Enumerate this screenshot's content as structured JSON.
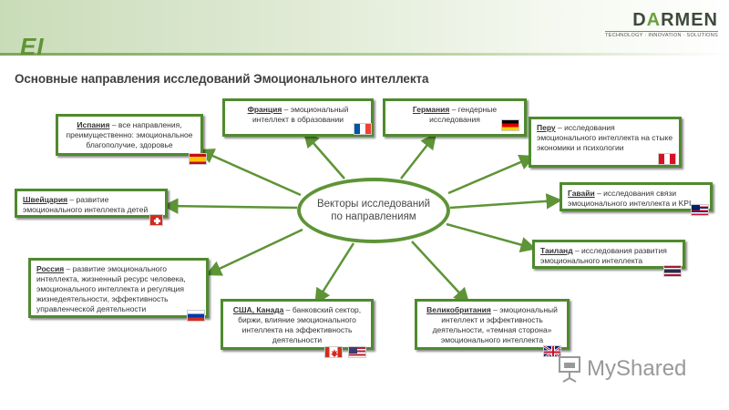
{
  "header": {
    "logo_text": "EI",
    "brand": {
      "prefix": "D",
      "accent": "A",
      "suffix": "RMEN",
      "tagline": "TECHNOLOGY · INNOVATION · SOLUTIONS"
    },
    "title": "Основные направления исследований Эмоционального интеллекта"
  },
  "hub": {
    "text": "Векторы исследований по направлениям"
  },
  "cards": {
    "spain": {
      "country": "Испания",
      "text": " – все направления, преимущественно: эмоциональное благополучие, здоровье",
      "flag": "spain"
    },
    "france": {
      "country": "Франция",
      "text": " – эмоциональный интеллект в образовании",
      "flag": "france"
    },
    "germany": {
      "country": "Германия",
      "text": " – гендерные исследования",
      "flag": "germany"
    },
    "peru": {
      "country": "Перу",
      "text": " – исследования эмоционального интеллекта на стыке экономики и психологии",
      "flag": "peru"
    },
    "switzerland": {
      "country": "Швейцария",
      "text": " – развитие эмоционального интеллекта детей",
      "flag": "switzerland"
    },
    "hawaii": {
      "country": "Гавайи",
      "text": " – исследования связи эмоционального интеллекта и KPI",
      "flag": "hawaii"
    },
    "thailand": {
      "country": "Таиланд",
      "text": " – исследования развития эмоционального интеллекта",
      "flag": "thailand"
    },
    "russia": {
      "country": "Россия",
      "text": " – развитие эмоционального интеллекта, жизненный ресурс человека, эмоционального интеллекта и регуляция жизнедеятельности, эффективность управленческой деятельности",
      "flag": "russia"
    },
    "usa_canada": {
      "country": "США, Канада",
      "text": " – банковский сектор, биржи, влияние эмоционального интеллекта на эффективность деятельности",
      "flags": [
        "canada",
        "usa"
      ]
    },
    "uk": {
      "country": "Великобритания",
      "text": " – эмоциональный интеллект и эффективность деятельности, «темная сторона» эмоционального интеллекта",
      "flag": "uk"
    }
  },
  "watermark": {
    "text": "MyShared"
  },
  "colors": {
    "accent": "#5e9436",
    "card_border": "#4f8a2e",
    "title": "#404040"
  }
}
